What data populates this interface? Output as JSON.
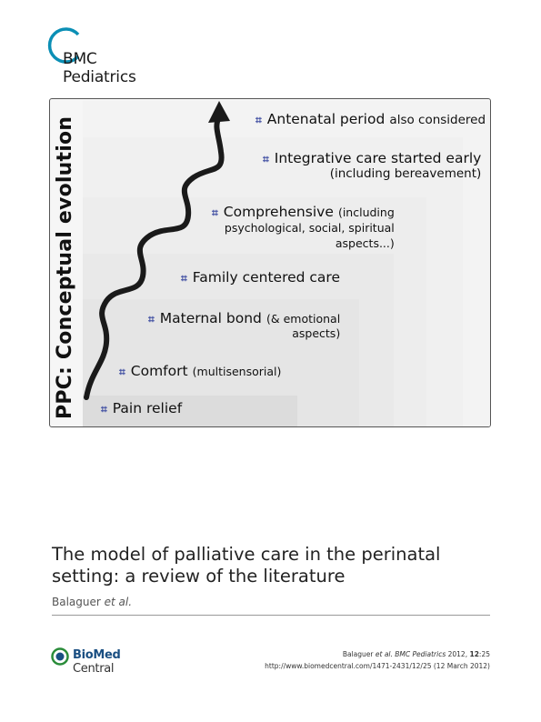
{
  "journal": {
    "name_line1": "BMC",
    "name_line2": "Pediatrics",
    "accent": "#0b8fb5"
  },
  "figure": {
    "vertical_title": "PPC:  Conceptual evolution",
    "bullet": "⌗",
    "stages": [
      {
        "main": "Pain relief",
        "extra": "",
        "cont": ""
      },
      {
        "main": "Comfort",
        "extra": "(multisensorial)",
        "cont": ""
      },
      {
        "main": "Maternal bond",
        "extra": "(& emotional",
        "cont": "aspects)"
      },
      {
        "main": "Family centered care",
        "extra": "",
        "cont": ""
      },
      {
        "main": "Comprehensive",
        "extra": "(including",
        "cont": "psychological, social, spiritual\naspects...)"
      },
      {
        "main": "Integrative care started early",
        "extra": "",
        "cont": "(including bereavement)"
      },
      {
        "main": "Antenatal period",
        "extra": "also considered",
        "cont": ""
      }
    ],
    "arrow_color": "#1a1a1a"
  },
  "article": {
    "title": "The model of palliative care in the perinatal setting: a review of the literature",
    "authors_prefix": "Balaguer ",
    "authors_etal": "et al."
  },
  "footer": {
    "publisher_bold": "BioMed",
    "publisher_rest": " Central",
    "cite_author": "Balaguer ",
    "cite_etal": "et al.",
    "cite_journal": " BMC Pediatrics",
    "cite_year": " 2012, ",
    "cite_volume": "12",
    "cite_article": ":25",
    "cite_url": "http://www.biomedcentral.com/1471-2431/12/25 (12 March 2012)"
  }
}
